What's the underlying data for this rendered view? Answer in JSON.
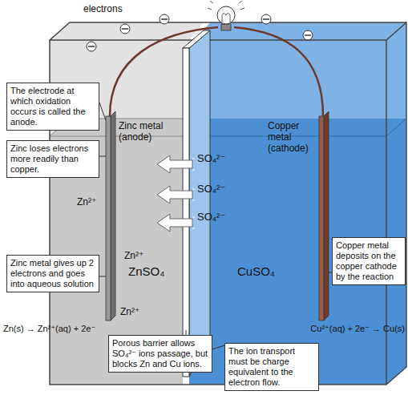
{
  "diagram": {
    "nodes": [
      {
        "text": [
          "The electrode at which oxidation occurs is called the anode."
        ]
      },
      {
        "text": [
          "Zinc loses electrons more readily than copper."
        ]
      },
      {
        "text": [
          "Zinc metal gives up 2 electrons and goes into aqueous solution"
        ]
      },
      {
        "text": [
          "Porous barrier allows SO₄²⁻ ions passage, but blocks Zn and Cu ions."
        ]
      },
      {
        "text": [
          "The ion transport must be charge equivalent to the electron flow."
        ]
      },
      {
        "text": [
          "Copper metal deposits on the copper cathode by the reaction"
        ]
      }
    ],
    "labels": [
      "electrons",
      "Zinc metal (anode)",
      "Copper metal (cathode)",
      "Zn²⁺",
      "Zn²⁺",
      "Zn²⁺",
      "ZnSO₄",
      "CuSO₄",
      "SO₄²⁻",
      "SO₄²⁻",
      "SO₄²⁻",
      "Zn(s) → Zn²⁺(aq) + 2e⁻",
      "Cu²⁺(aq) + 2e⁻ → Cu(s)"
    ]
  }
}
